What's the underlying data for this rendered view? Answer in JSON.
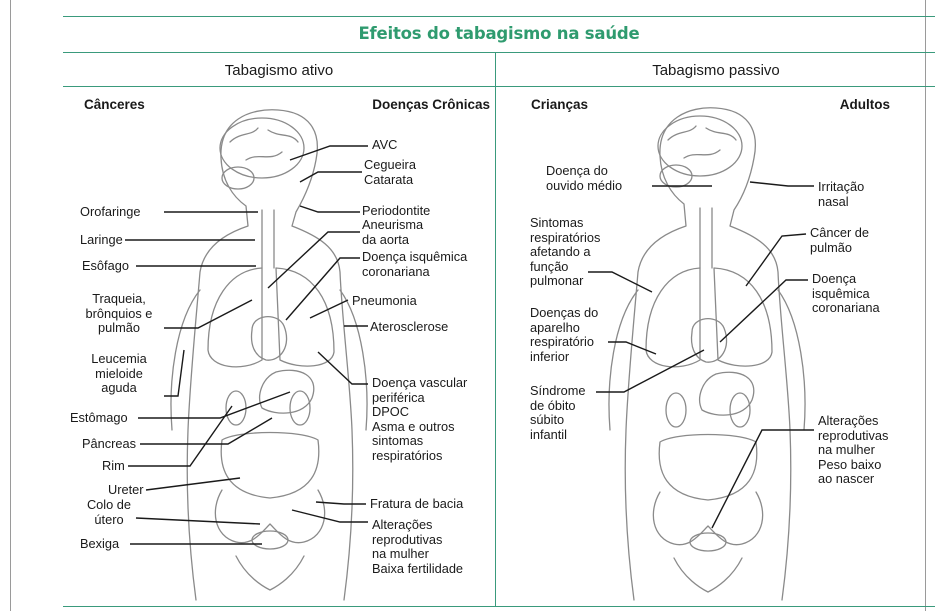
{
  "title": "Efeitos do tabagismo na saúde",
  "columns": {
    "active": {
      "heading": "Tabagismo ativo",
      "left_heading": "Cânceres",
      "right_heading": "Doenças Crônicas",
      "cancers": [
        "Orofaringe",
        "Laringe",
        "Esôfago",
        "Traqueia,\nbrônquios e\npulmão",
        "Leucemia\nmieloide\naguda",
        "Estômago",
        "Pâncreas",
        "Rim",
        "Ureter",
        "Colo de\nútero",
        "Bexiga"
      ],
      "chronic": [
        "AVC",
        "Cegueira\nCatarata",
        "Periodontite",
        "Aneurisma\nda aorta",
        "Doença isquêmica\ncoronariana",
        "Pneumonia",
        "Aterosclerose",
        "Doença vascular\nperiférica\nDPOC\nAsma e outros\nsintomas\nrespiratórios",
        "Fratura de bacia",
        "Alterações\nreprodutivas\nna mulher\nBaixa fertilidade"
      ]
    },
    "passive": {
      "heading": "Tabagismo passivo",
      "left_heading": "Crianças",
      "right_heading": "Adultos",
      "children": [
        "Doença do\nouvido médio",
        "Sintomas\nrespiratórios\nafetando a\nfunção\npulmonar",
        "Doenças do\naparelho\nrespiratório\ninferior",
        "Síndrome\nde óbito\nsúbito\ninfantil"
      ],
      "adults": [
        "Irritação\nnasal",
        "Câncer de\npulmão",
        "Doença\nisquêmica\ncoronariana",
        "Alterações\nreprodutivas\nna mulher\nPeso baixo\nao nascer"
      ]
    }
  },
  "colors": {
    "accent": "#2f9b6f",
    "rule": "#3a9a7c",
    "text": "#1a1a1a",
    "illustration": "#8a8a8a"
  }
}
